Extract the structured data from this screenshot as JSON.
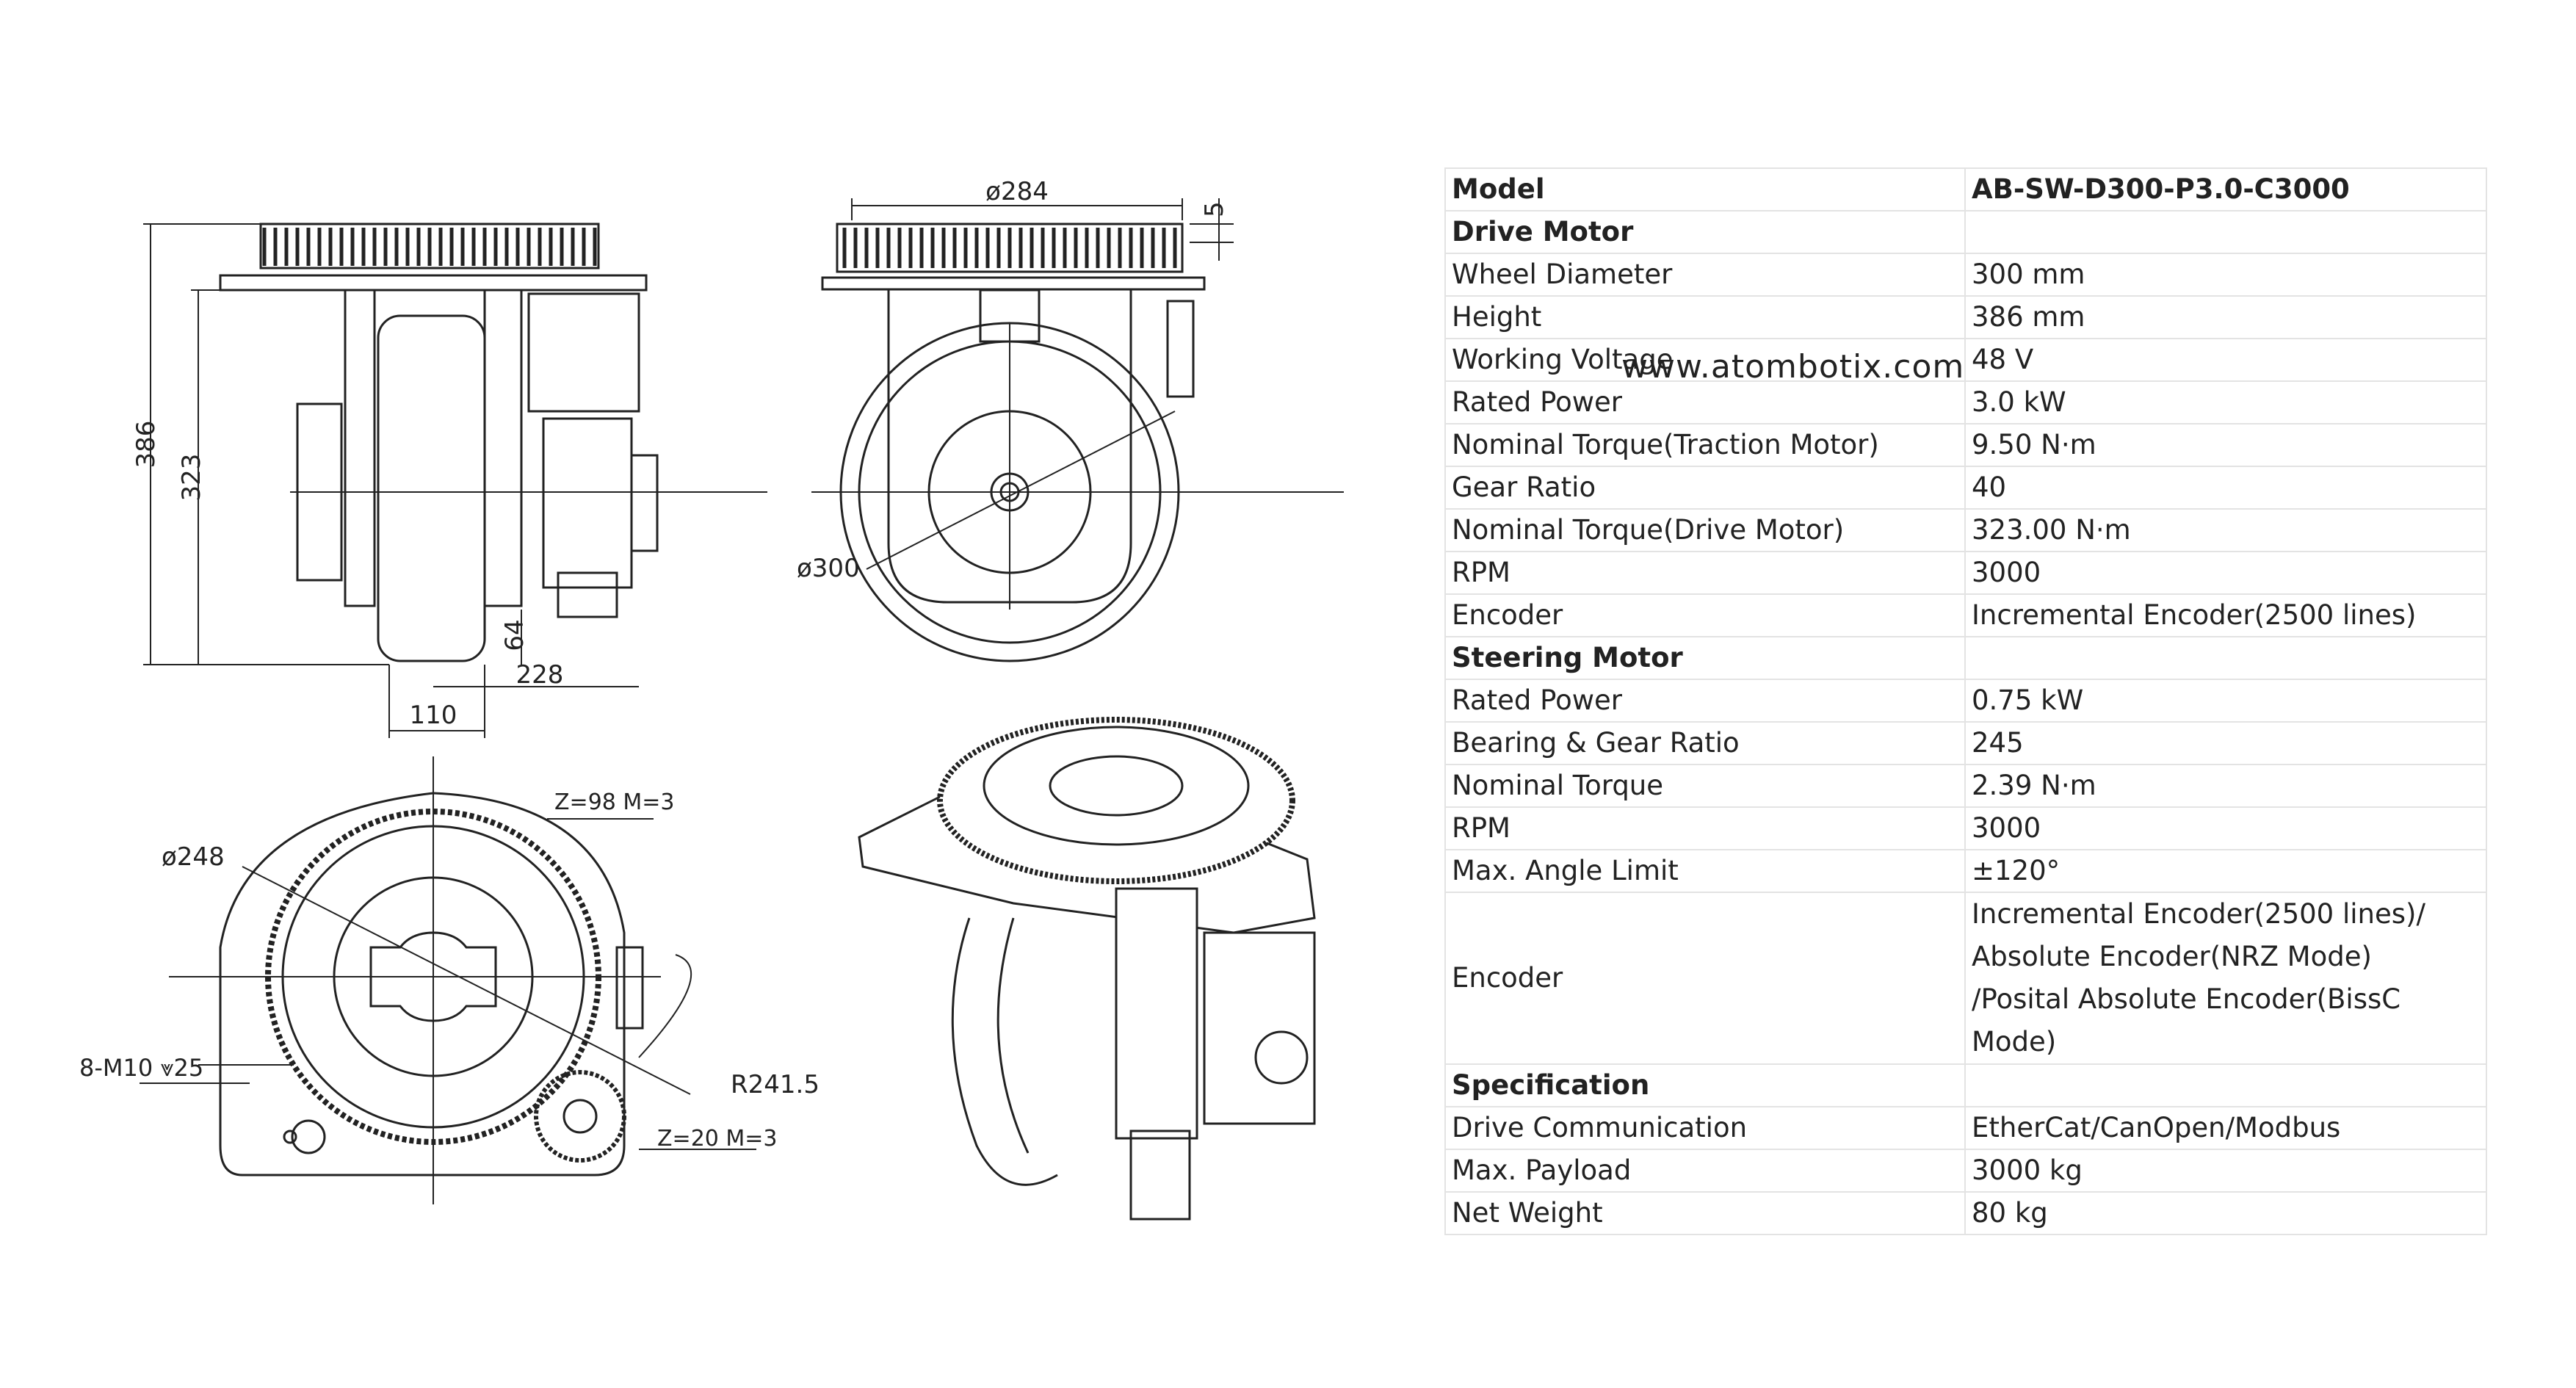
{
  "drawing_labels": {
    "side_height_total": "386",
    "side_height_motor": "323",
    "side_bottom_gap": "64",
    "side_width": "228",
    "side_wheel_width": "110",
    "front_diameter_top": "ø284",
    "front_gap": "5",
    "front_wheel_diameter": "ø300",
    "plan_gear_teeth": "Z=98  M=3",
    "plan_diameter": "ø248",
    "plan_holes": "8-M10 ⩔25",
    "plan_radius": "R241.5",
    "plan_pinion": "Z=20  M=3"
  },
  "watermark": "www.atombotix.com",
  "specs": {
    "header": {
      "label": "Model",
      "value": "AB-SW-D300-P3.0-C3000"
    },
    "drive_motor": {
      "title": "Drive Motor",
      "rows": [
        {
          "label": "Wheel Diameter",
          "value": "300 mm"
        },
        {
          "label": "Height",
          "value": "386 mm"
        },
        {
          "label": "Working Voltage",
          "value": "48 V"
        },
        {
          "label": "Rated Power",
          "value": "3.0 kW"
        },
        {
          "label": "Nominal Torque(Traction Motor)",
          "value": "9.50 N·m"
        },
        {
          "label": "Gear Ratio",
          "value": "40"
        },
        {
          "label": "Nominal Torque(Drive Motor)",
          "value": "323.00 N·m"
        },
        {
          "label": "RPM",
          "value": "3000"
        },
        {
          "label": "Encoder",
          "value": "Incremental Encoder(2500 lines)"
        }
      ]
    },
    "steering_motor": {
      "title": "Steering Motor",
      "rows": [
        {
          "label": "Rated Power",
          "value": "0.75 kW"
        },
        {
          "label": "Bearing & Gear Ratio",
          "value": "245"
        },
        {
          "label": "Nominal Torque",
          "value": "2.39 N·m"
        },
        {
          "label": "RPM",
          "value": "3000"
        },
        {
          "label": "Max. Angle Limit",
          "value": "±120°"
        }
      ],
      "encoder": {
        "label": "Encoder",
        "lines": [
          "Incremental Encoder(2500 lines)/",
          "Absolute Encoder(NRZ Mode)",
          "/Posital Absolute Encoder(BissC Mode)"
        ]
      }
    },
    "specification": {
      "title": "Specification",
      "rows": [
        {
          "label": "Drive Communication",
          "value": "EtherCat/CanOpen/Modbus"
        },
        {
          "label": "Max. Payload",
          "value": "3000 kg"
        },
        {
          "label": "Net Weight",
          "value": "80 kg"
        }
      ]
    }
  }
}
